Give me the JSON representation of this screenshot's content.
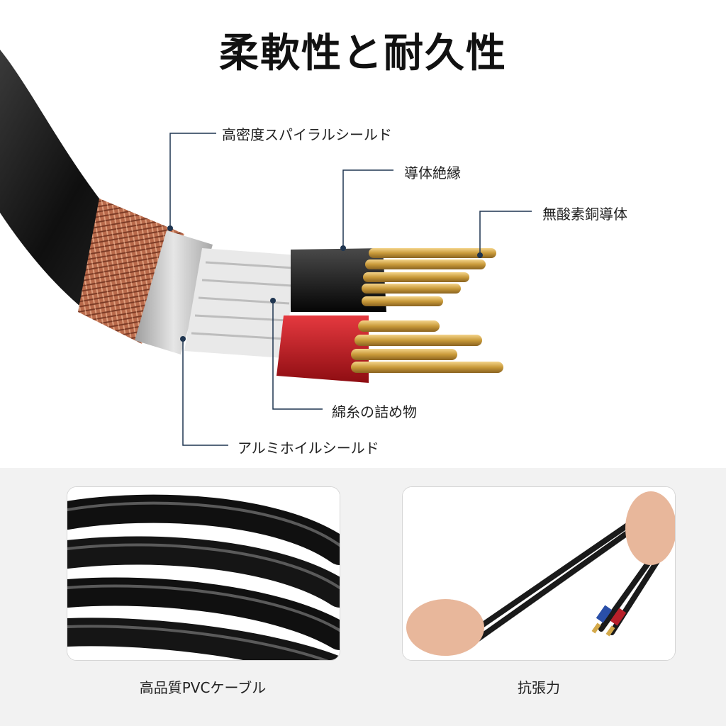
{
  "title": "柔軟性と耐久性",
  "callouts": {
    "spiral_shield": "高密度スパイラルシールド",
    "conductor_insulation": "導体絶縁",
    "oxygen_free_copper": "無酸素銅導体",
    "cotton_filler": "綿糸の詰め物",
    "foil_shield": "アルミホイルシールド"
  },
  "features": [
    {
      "caption": "高品質PVCケーブル"
    },
    {
      "caption": "抗張力"
    }
  ],
  "colors": {
    "callout_line": "#1f3550",
    "jacket": "#1b1b1b",
    "copper_braid": "#b96a4b",
    "foil": "#c9c9c9",
    "red_insulation": "#c9161b",
    "gold_wire": "#d4a94a"
  }
}
